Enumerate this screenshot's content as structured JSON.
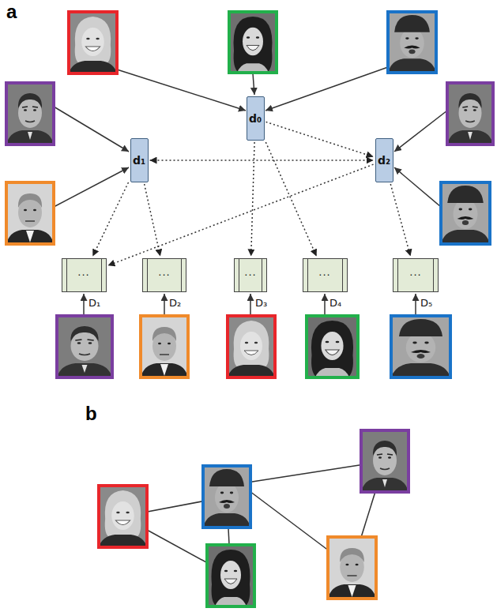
{
  "diagram": {
    "nodes": [
      {
        "text": [
          "d₀"
        ]
      },
      {
        "text": [
          "d₁"
        ]
      },
      {
        "text": [
          "d₂"
        ]
      },
      {
        "text": [
          "···",
          "D₁"
        ]
      },
      {
        "text": [
          "···",
          "D₂"
        ]
      },
      {
        "text": [
          "···",
          "D₃"
        ]
      },
      {
        "text": [
          "···",
          "D₄"
        ]
      },
      {
        "text": [
          "···",
          "D₅"
        ]
      }
    ],
    "edges": [
      {
        "from": 1,
        "to": 2,
        "arrow": "both"
      },
      {
        "from": 0,
        "to": 2,
        "arrow": "to"
      },
      {
        "from": 1,
        "to": 3,
        "arrow": "to"
      },
      {
        "from": 1,
        "to": 4,
        "arrow": "to"
      },
      {
        "from": 0,
        "to": 5,
        "arrow": "to"
      },
      {
        "from": 0,
        "to": 6,
        "arrow": "to"
      },
      {
        "from": 2,
        "to": 3,
        "arrow": "to"
      },
      {
        "from": 2,
        "to": 7,
        "arrow": "to"
      }
    ],
    "labels": [
      "a",
      "b"
    ]
  }
}
